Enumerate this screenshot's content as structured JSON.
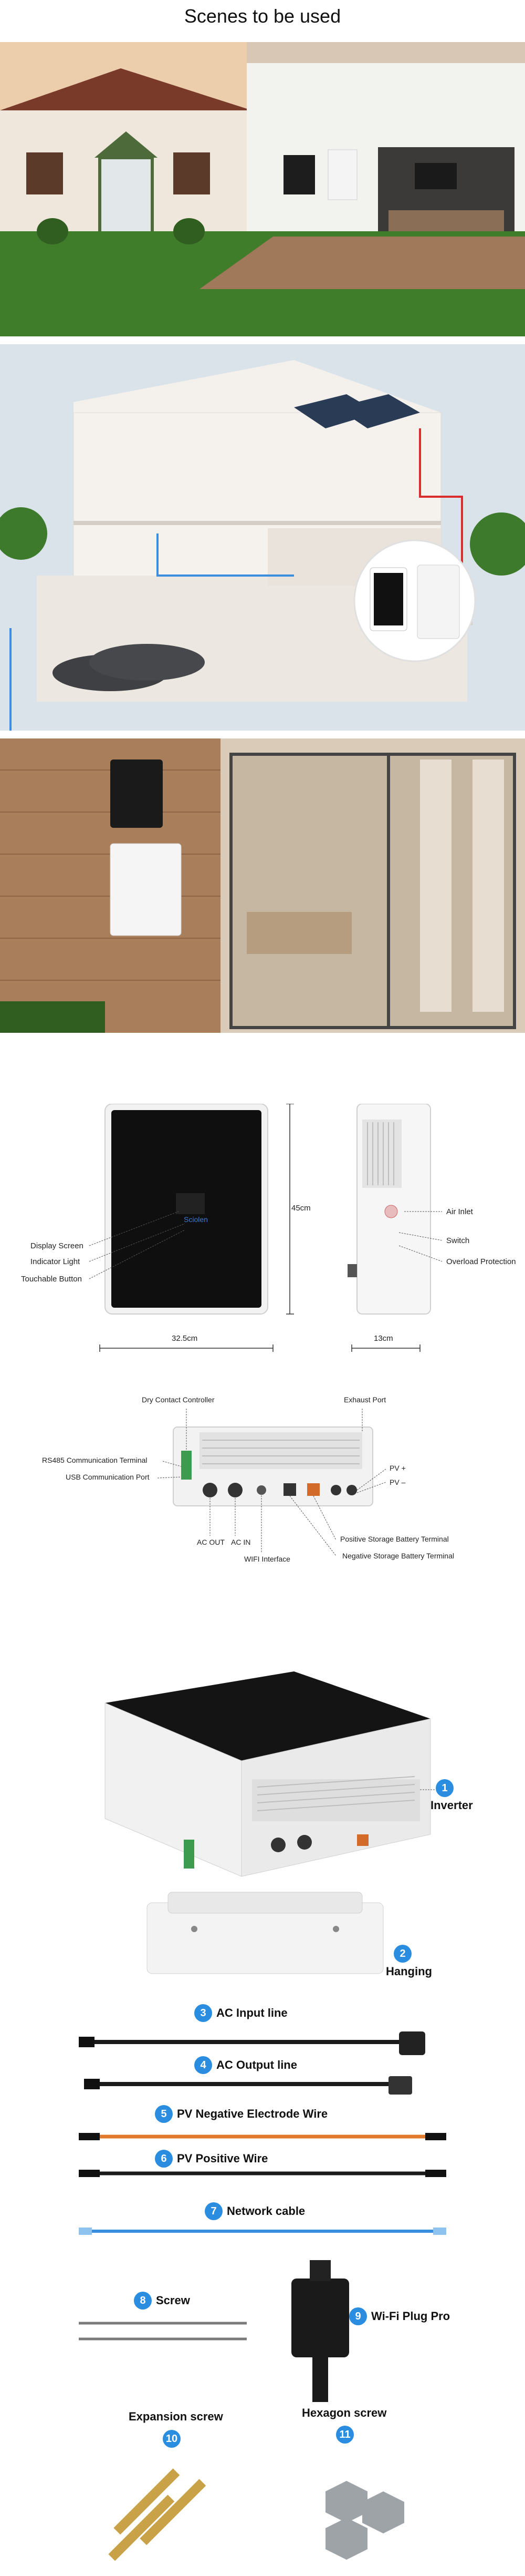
{
  "header": {
    "title": "Scenes to be used"
  },
  "dimensions": {
    "width": "32.5cm",
    "height": "45cm",
    "depth": "13cm"
  },
  "front_callouts": [
    "Display Screen",
    "Indicator Light",
    "Touchable Button"
  ],
  "brand": "Sciolen",
  "side_callouts": [
    "Air Inlet",
    "Switch",
    "Overload Protection"
  ],
  "bottom_callouts": {
    "dry_contact": "Dry Contact Controller",
    "exhaust": "Exhaust Port",
    "rs485": "RS485 Communication Terminal",
    "usb": "USB Communication Port",
    "pv_plus": "PV +",
    "pv_minus": "PV –",
    "ac_out": "AC OUT",
    "ac_in": "AC IN",
    "wifi": "WIFI Interface",
    "pos_batt": "Positive Storage Battery Terminal",
    "neg_batt": "Negative Storage Battery Terminal"
  },
  "accessories": [
    {
      "num": "1",
      "label": "Inverter"
    },
    {
      "num": "2",
      "label": "Hanging"
    },
    {
      "num": "3",
      "label": "AC Input line"
    },
    {
      "num": "4",
      "label": "AC Output line"
    },
    {
      "num": "5",
      "label": "PV Negative Electrode Wire"
    },
    {
      "num": "6",
      "label": "PV Positive Wire"
    },
    {
      "num": "7",
      "label": "Network cable"
    },
    {
      "num": "8",
      "label": "Screw"
    },
    {
      "num": "9",
      "label": "Wi-Fi Plug Pro"
    },
    {
      "num": "10",
      "label": "Expansion screw"
    },
    {
      "num": "11",
      "label": "Hexagon screw"
    }
  ]
}
